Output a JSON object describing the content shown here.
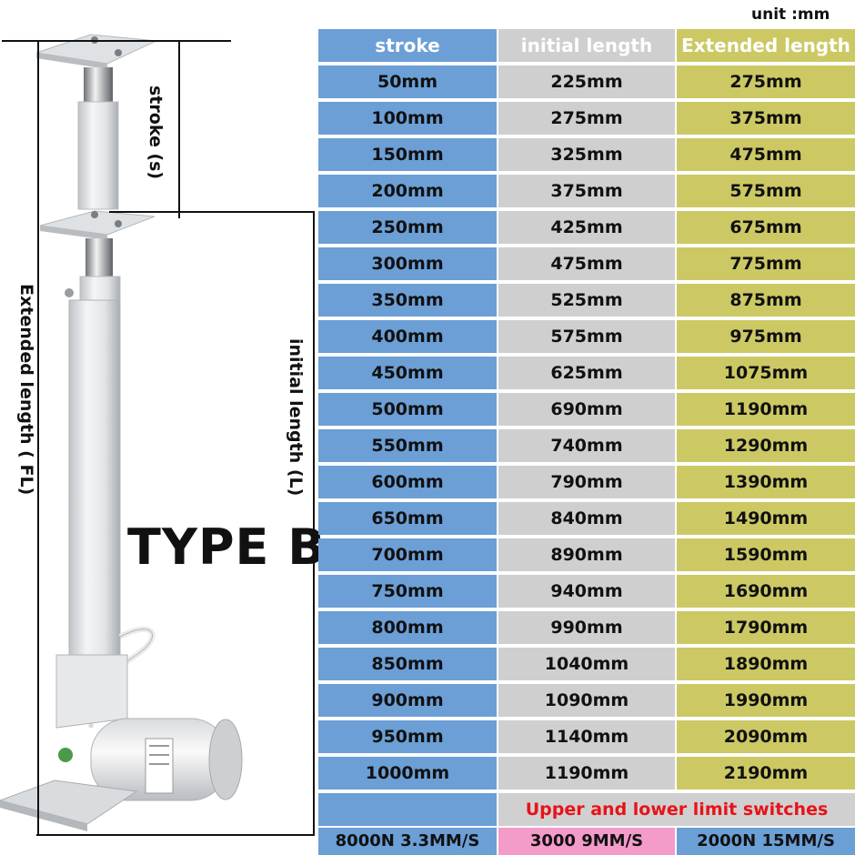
{
  "unit_label": "unit :mm",
  "type_label": "TYPE B",
  "dimensions": {
    "stroke_label": "stroke (s)",
    "extended_label": "Extended length ( FL)",
    "initial_label": "initial length (L)"
  },
  "table": {
    "headers": [
      "stroke",
      "initial length",
      "Extended length"
    ],
    "rows": [
      [
        "50mm",
        "225mm",
        "275mm"
      ],
      [
        "100mm",
        "275mm",
        "375mm"
      ],
      [
        "150mm",
        "325mm",
        "475mm"
      ],
      [
        "200mm",
        "375mm",
        "575mm"
      ],
      [
        "250mm",
        "425mm",
        "675mm"
      ],
      [
        "300mm",
        "475mm",
        "775mm"
      ],
      [
        "350mm",
        "525mm",
        "875mm"
      ],
      [
        "400mm",
        "575mm",
        "975mm"
      ],
      [
        "450mm",
        "625mm",
        "1075mm"
      ],
      [
        "500mm",
        "690mm",
        "1190mm"
      ],
      [
        "550mm",
        "740mm",
        "1290mm"
      ],
      [
        "600mm",
        "790mm",
        "1390mm"
      ],
      [
        "650mm",
        "840mm",
        "1490mm"
      ],
      [
        "700mm",
        "890mm",
        "1590mm"
      ],
      [
        "750mm",
        "940mm",
        "1690mm"
      ],
      [
        "800mm",
        "990mm",
        "1790mm"
      ],
      [
        "850mm",
        "1040mm",
        "1890mm"
      ],
      [
        "900mm",
        "1090mm",
        "1990mm"
      ],
      [
        "950mm",
        "1140mm",
        "2090mm"
      ],
      [
        "1000mm",
        "1190mm",
        "2190mm"
      ]
    ],
    "note": "Upper and lower limit switches",
    "speeds": [
      "8000N 3.3MM/S",
      "3000 9MM/S",
      "2000N 15MM/S"
    ]
  },
  "colors": {
    "stroke_column": "#6b9fd6",
    "initial_column": "#cfcfcf",
    "extended_column": "#ccc964",
    "note_text": "#e8121a",
    "speed_mid": "#f39bc9"
  }
}
